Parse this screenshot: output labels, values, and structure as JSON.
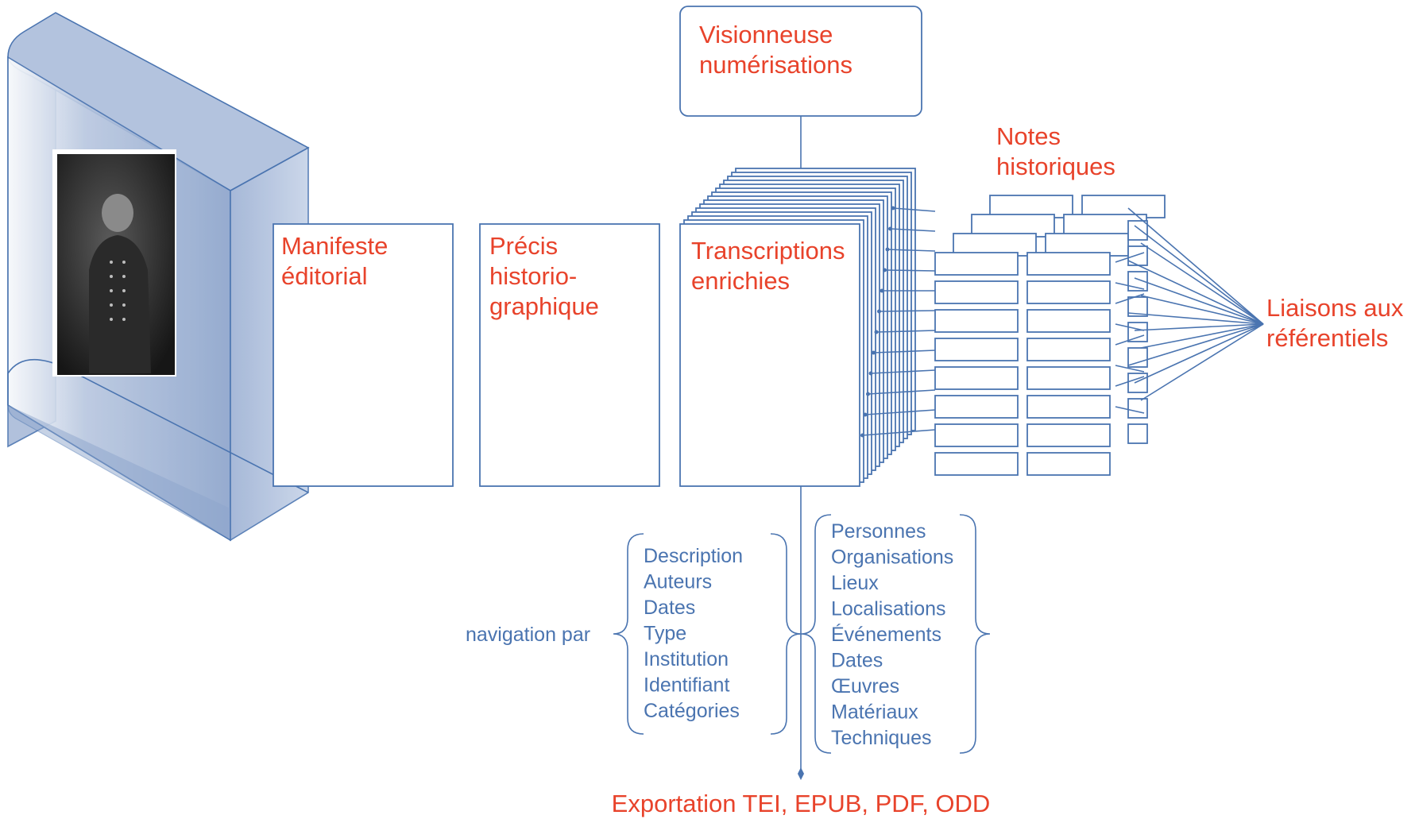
{
  "labels": {
    "viewer": [
      "Visionneuse",
      "numérisations"
    ],
    "manifest": [
      "Manifeste",
      "éditorial"
    ],
    "precis": [
      "Précis",
      "historio-",
      "graphique"
    ],
    "transcriptions": [
      "Transcriptions",
      "enrichies"
    ],
    "notes": [
      "Notes",
      "historiques"
    ],
    "liaisons": [
      "Liaisons aux",
      "référentiels"
    ],
    "export": "Exportation TEI, EPUB, PDF, ODD",
    "navigation": "navigation par"
  },
  "navigation_fields": [
    "Description",
    "Auteurs",
    "Dates",
    "Type",
    "Institution",
    "Identifiant",
    "Catégories"
  ],
  "entity_types": [
    "Personnes",
    "Organisations",
    "Lieux",
    "Localisations",
    "Événements",
    "Dates",
    "Œuvres",
    "Matériaux",
    "Techniques"
  ],
  "colors": {
    "title_red": "#e8432b",
    "line_blue": "#4a74b0",
    "box_fill": "#a9bbd9"
  },
  "icons": {
    "archive_box": "archive-box-icon",
    "portrait": "portrait-photo-icon"
  }
}
